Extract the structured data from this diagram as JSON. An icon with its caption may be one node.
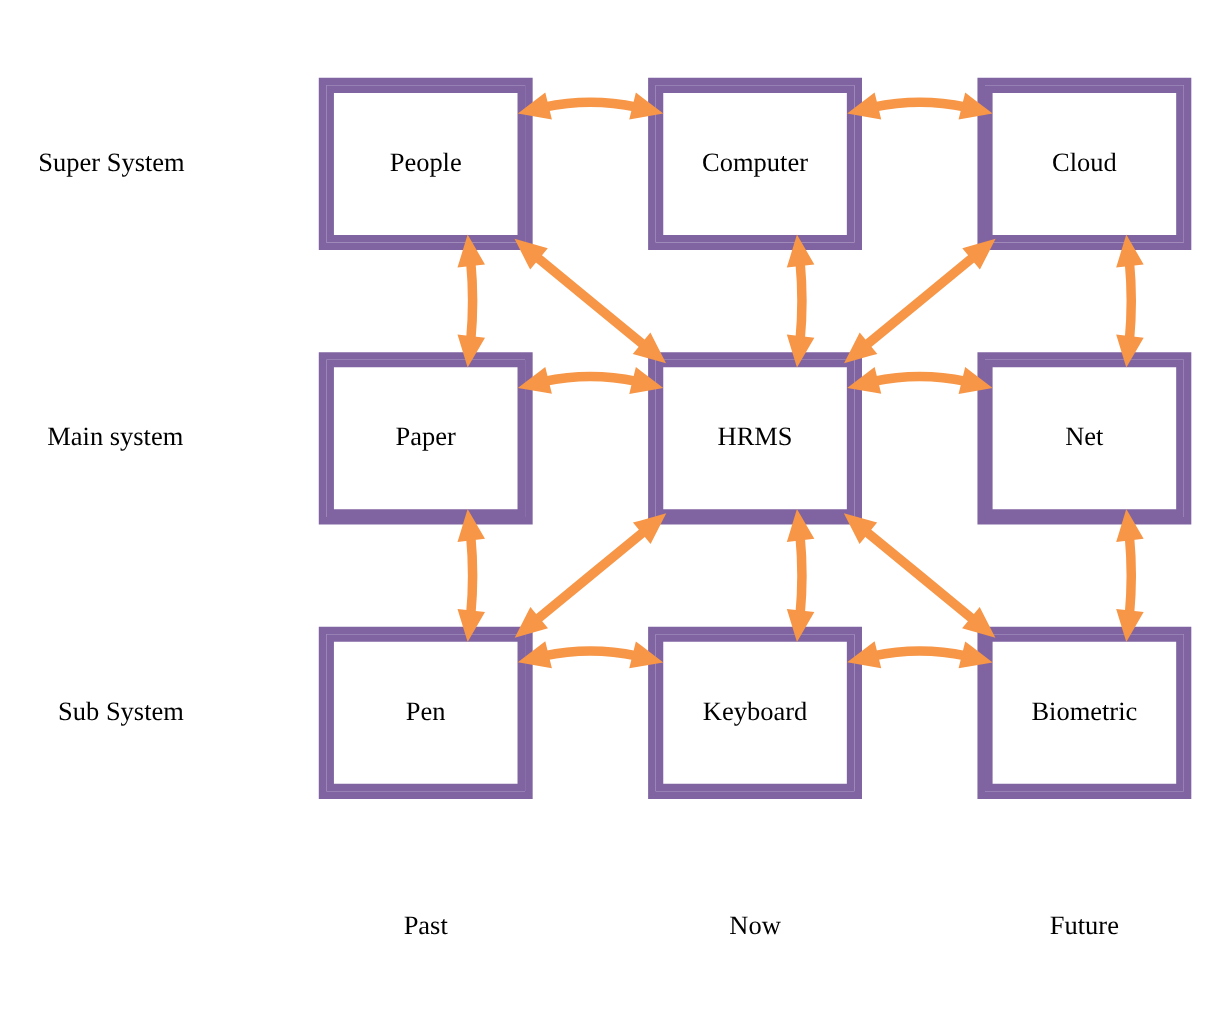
{
  "diagram": {
    "nodes": [
      {
        "text": [
          "People"
        ]
      },
      {
        "text": [
          "Computer"
        ]
      },
      {
        "text": [
          "Cloud"
        ]
      },
      {
        "text": [
          "Paper"
        ]
      },
      {
        "text": [
          "HRMS"
        ]
      },
      {
        "text": [
          "Net"
        ]
      },
      {
        "text": [
          "Pen"
        ]
      },
      {
        "text": [
          "Keyboard"
        ]
      },
      {
        "text": [
          "Biometric"
        ]
      }
    ],
    "edges": [
      {
        "from": 0,
        "to": 1,
        "arrow": "both"
      },
      {
        "from": 1,
        "to": 2,
        "arrow": "both"
      },
      {
        "from": 0,
        "to": 3,
        "arrow": "both"
      },
      {
        "from": 0,
        "to": 4,
        "arrow": "both"
      },
      {
        "from": 1,
        "to": 4,
        "arrow": "both"
      },
      {
        "from": 2,
        "to": 4,
        "arrow": "both"
      },
      {
        "from": 2,
        "to": 5,
        "arrow": "both"
      },
      {
        "from": 3,
        "to": 4,
        "arrow": "both"
      },
      {
        "from": 4,
        "to": 5,
        "arrow": "both"
      },
      {
        "from": 3,
        "to": 6,
        "arrow": "both"
      },
      {
        "from": 4,
        "to": 6,
        "arrow": "both"
      },
      {
        "from": 4,
        "to": 7,
        "arrow": "both"
      },
      {
        "from": 4,
        "to": 8,
        "arrow": "both"
      },
      {
        "from": 5,
        "to": 8,
        "arrow": "both"
      },
      {
        "from": 6,
        "to": 7,
        "arrow": "both"
      },
      {
        "from": 7,
        "to": 8,
        "arrow": "both"
      }
    ],
    "labels": [
      "Super System",
      "Main system",
      "Sub System",
      "Past",
      "Now",
      "Future"
    ]
  }
}
